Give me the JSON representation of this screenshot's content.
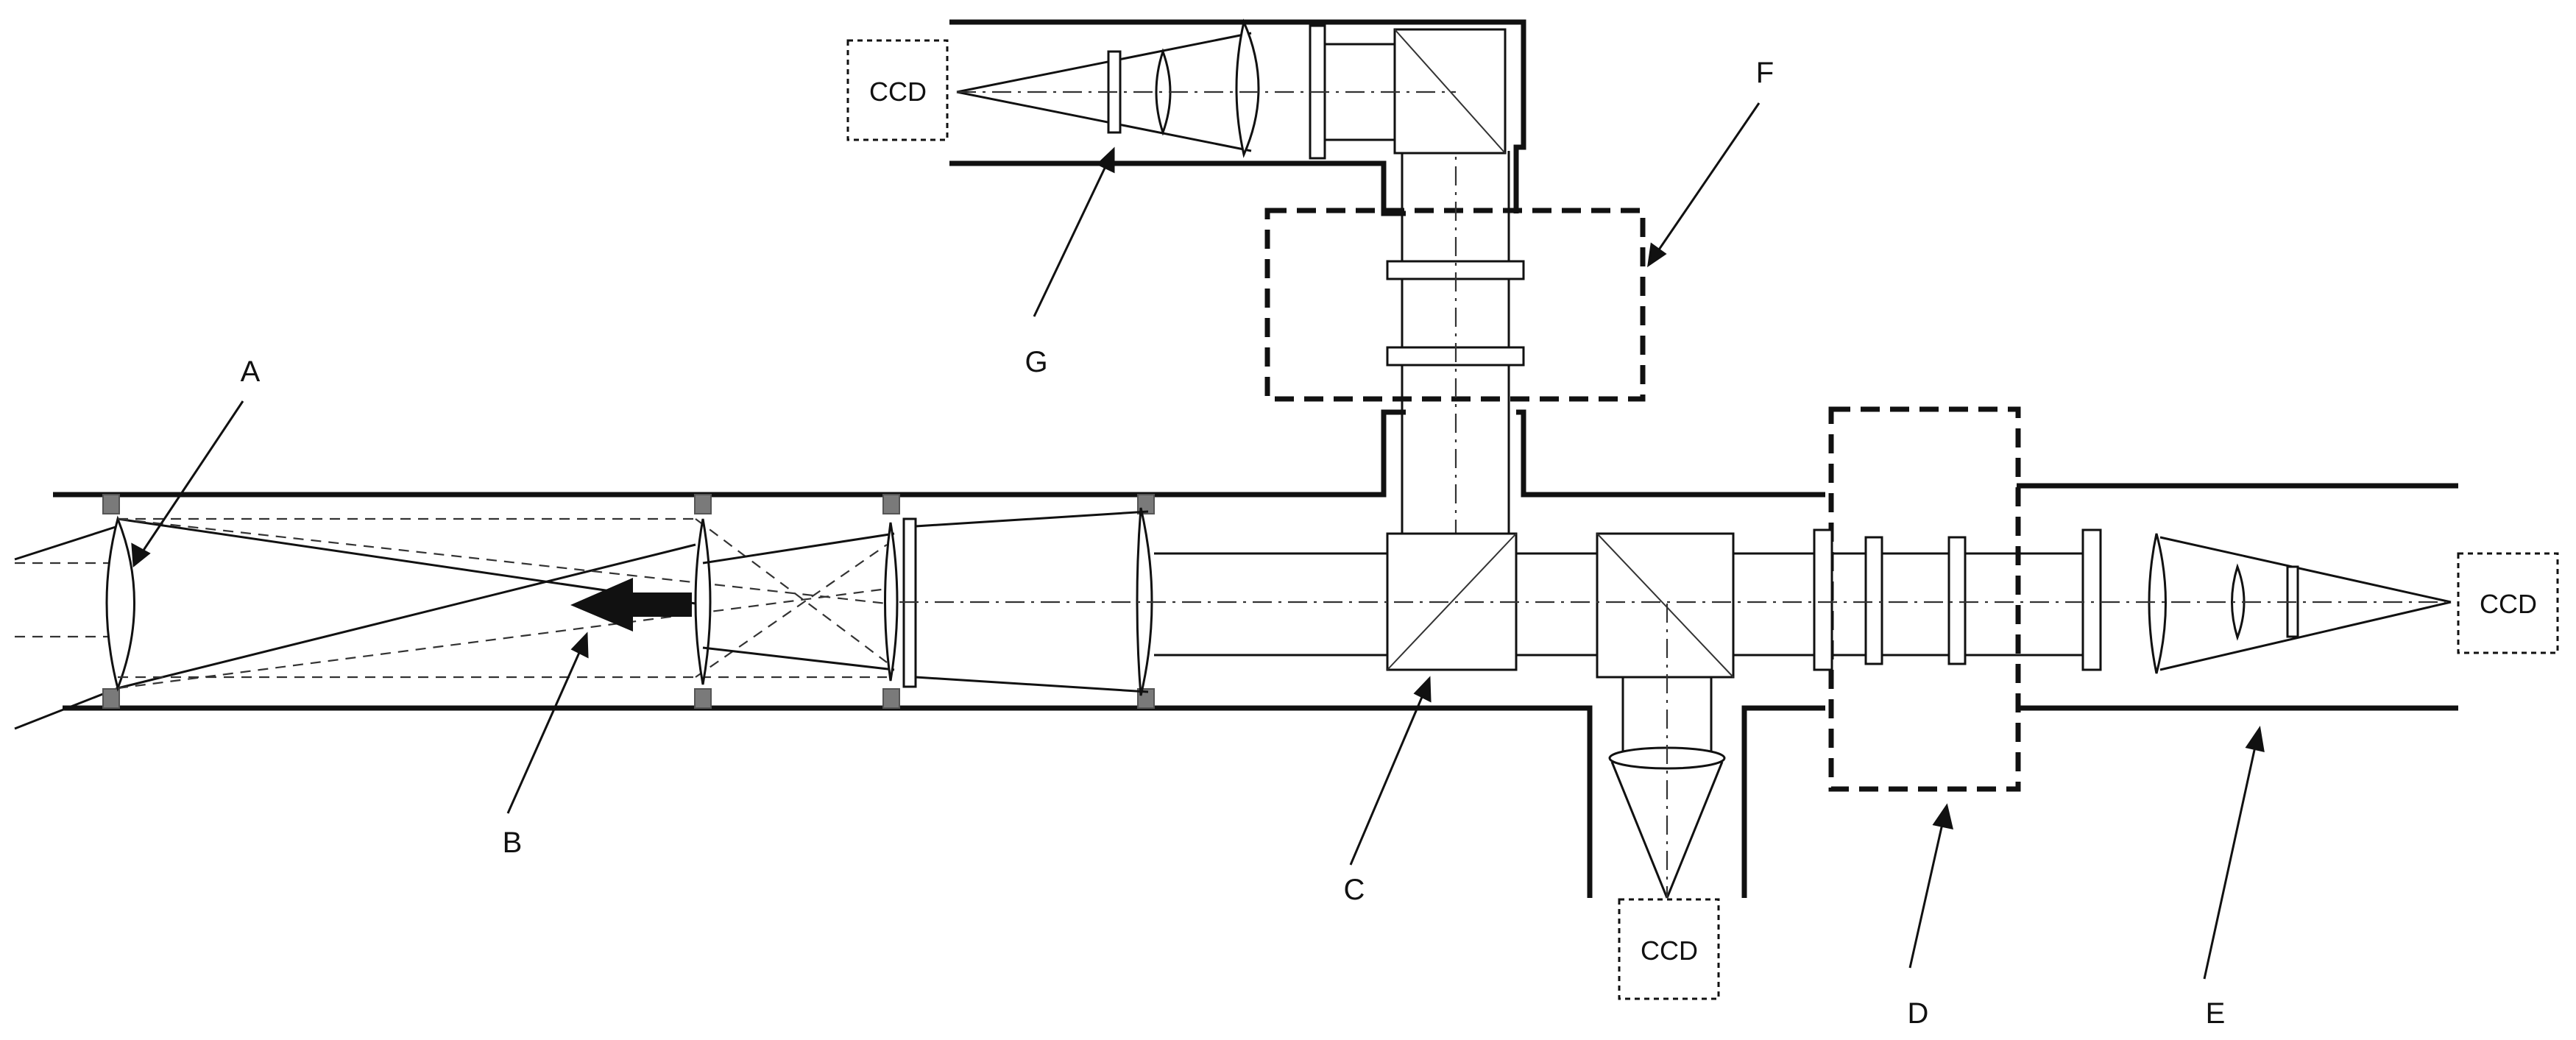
{
  "labels": {
    "A": "A",
    "B": "B",
    "C": "C",
    "D": "D",
    "E": "E",
    "F": "F",
    "G": "G"
  },
  "ccd": {
    "top": "CCD",
    "right": "CCD",
    "bottom": "CCD"
  }
}
